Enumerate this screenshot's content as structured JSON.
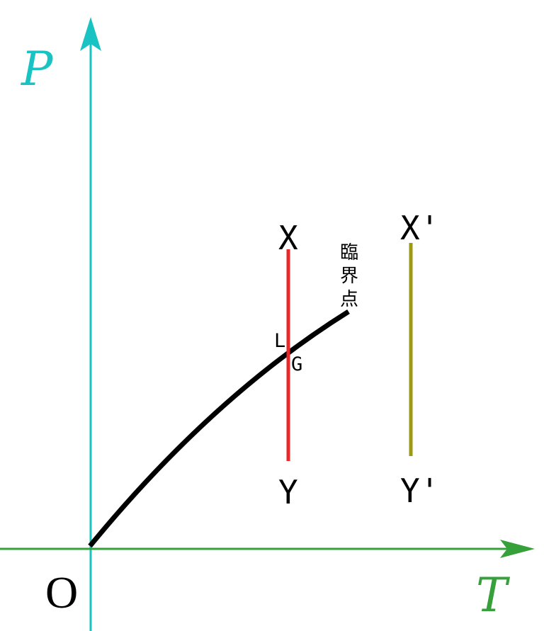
{
  "axes": {
    "p_label": "P",
    "t_label": "T",
    "origin_label": "O",
    "p_color": "#19c3c3",
    "t_color": "#36a03a"
  },
  "curve": {
    "name": "vapor-pressure-curve",
    "color": "#000000",
    "end_label_chars": [
      "臨",
      "界",
      "点"
    ]
  },
  "line_xy": {
    "top_label": "X",
    "bottom_label": "Y",
    "color": "#e8282b",
    "liquid_label": "L",
    "gas_label": "G"
  },
  "line_xy_prime": {
    "top_label": "X'",
    "bottom_label": "Y'",
    "color": "#9c9a11"
  }
}
